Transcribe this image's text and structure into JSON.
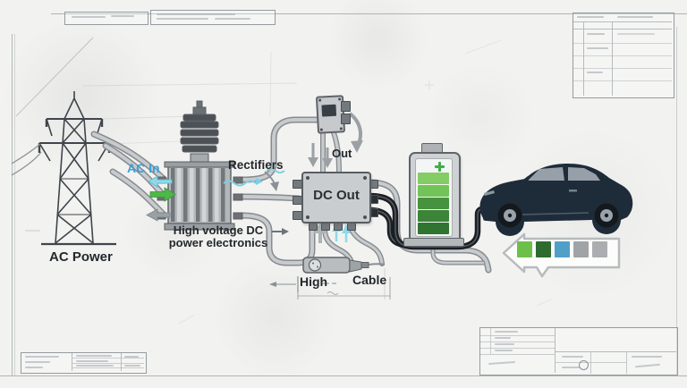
{
  "labels": {
    "ac_power": "AC Power",
    "ac_in": "AC In",
    "rectifiers": "Rectifiers",
    "high_voltage_line1": "High voltage DC",
    "high_voltage_line2": "power electronics",
    "out": "Out",
    "dc_out": "DC Out",
    "high": "High",
    "cable": "Cable"
  },
  "colors": {
    "paper": "#f2f2f0",
    "ink": "#23282c",
    "ac_in_text": "#3d9fd6",
    "arrow_green": "#4db848",
    "arrow_cyan": "#8ed9e9",
    "arrow_gray": "#9aa0a4",
    "car_body": "#1e2c3a",
    "battery_plus": "#3fae49"
  },
  "battery": {
    "segments": 5,
    "segment_colors": [
      "#84cd64",
      "#73c458",
      "#46923e",
      "#3b8438",
      "#2f7530"
    ]
  },
  "flow_legend": {
    "square_colors": [
      "#6cc04a",
      "#2e6b2f",
      "#4f9fc8",
      "#a0a4a7",
      "#abaeb0"
    ]
  }
}
